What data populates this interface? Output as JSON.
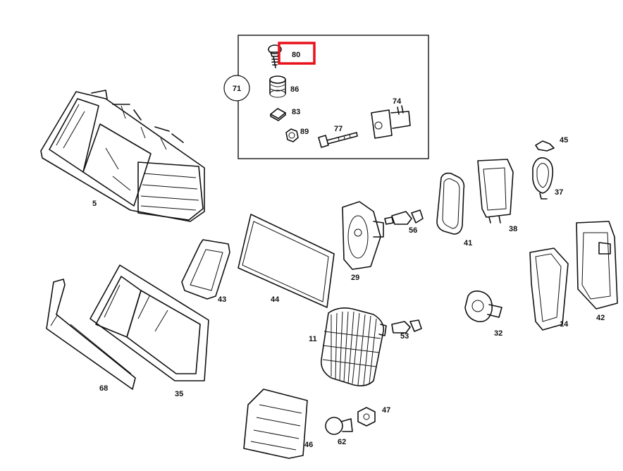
{
  "diagram": {
    "callout_marker": "71",
    "highlight_color": "#e8121c",
    "highlighted_part": "80",
    "inset_parts": [
      "80",
      "86",
      "83",
      "89",
      "77",
      "74"
    ],
    "parts": [
      "5",
      "45",
      "37",
      "56",
      "41",
      "38",
      "29",
      "42",
      "43",
      "44",
      "32",
      "14",
      "11",
      "53",
      "68",
      "35",
      "47",
      "46",
      "62"
    ]
  }
}
